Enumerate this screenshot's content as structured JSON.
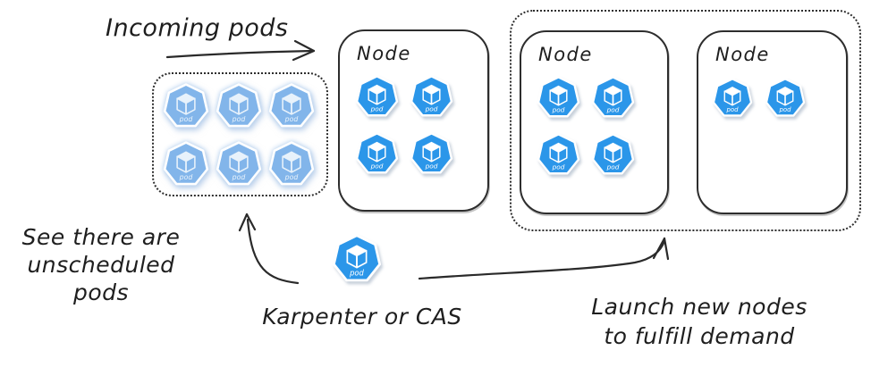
{
  "labels": {
    "incoming": "Incoming pods",
    "see_line1": "See there are",
    "see_line2": "unscheduled",
    "see_line3": "pods",
    "karpenter": "Karpenter or CAS",
    "launch_line1": "Launch new nodes",
    "launch_line2": "to fulfill demand"
  },
  "pending": {
    "pod_count": 6
  },
  "nodes": [
    {
      "label": "Node",
      "pod_count": 4
    },
    {
      "label": "Node",
      "pod_count": 4
    },
    {
      "label": "Node",
      "pod_count": 2
    }
  ],
  "karpenter": {
    "pod_count": 1
  },
  "pod": {
    "label": "pod"
  },
  "colors": {
    "scheduled_pod": {
      "fill": "#2B96E9",
      "cube": "#FFFFFF"
    },
    "pending_pod": {
      "fill": "#82B5EA",
      "cube": "#E8F2FB"
    },
    "ink": "#1E1E1E"
  }
}
